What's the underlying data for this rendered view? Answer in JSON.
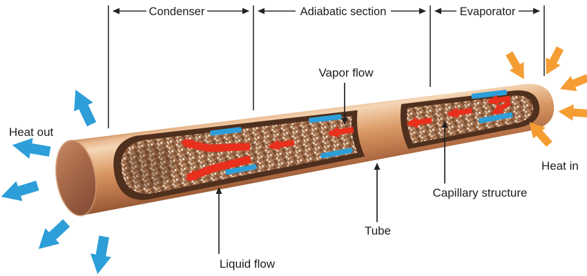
{
  "sections": {
    "condenser": "Condenser",
    "adiabatic": "Adiabatic section",
    "evaporator": "Evaporator"
  },
  "labels": {
    "heat_out": "Heat out",
    "heat_in": "Heat in",
    "vapor_flow": "Vapor flow",
    "liquid_flow": "Liquid flow",
    "tube": "Tube",
    "capillary": "Capillary structure"
  },
  "colors": {
    "heat_out_blue": "#2d9ed8",
    "heat_in_orange": "#f59d33",
    "vapor_red": "#e8301d",
    "liquid_blue": "#2d9ed8",
    "copper_mid": "#cf8d60",
    "copper_highlight": "#f4d6b6",
    "wick_brown": "#9b6a4a",
    "rim_dark": "#4f2f1d",
    "line_black": "#2b2b2b"
  }
}
